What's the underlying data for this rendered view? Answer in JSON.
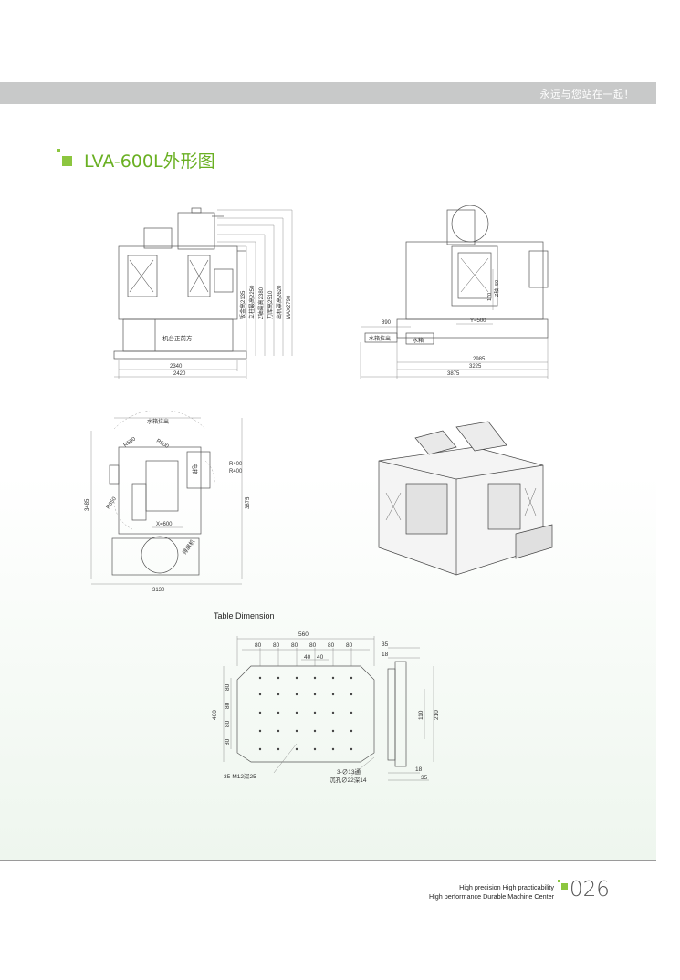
{
  "header": {
    "slogan": "永远与您站在一起！"
  },
  "page": {
    "title": "LVA-600L外形图",
    "page_number": "026"
  },
  "front_view": {
    "labels": [
      "钣金高2135",
      "立柱最高2250",
      "Z轴最高2380",
      "刀库高2510",
      "出机罩高2620",
      "MAX2790"
    ],
    "front_label": "机台正前方",
    "width_inner": "2340",
    "width_outer": "2420"
  },
  "side_view": {
    "dim_890": "890",
    "y_label": "Y=500",
    "z_label": "Z轴+50",
    "z_label2": "170",
    "tank_pull": "水箱拉出",
    "tank": "水箱",
    "d1": "2985",
    "d2": "3225",
    "d3": "3875"
  },
  "top_view": {
    "tank_pull": "水箱拉出",
    "r500a": "R500",
    "r500b": "R500",
    "r400a": "R400",
    "r400b": "R400",
    "r650": "R650",
    "x_label": "X=600",
    "elec": "电箱",
    "chip": "排屑机",
    "left_dim": "3485",
    "right_dim": "3875",
    "bottom_dim": "3130"
  },
  "table_dimension": {
    "title": "Table Dimension",
    "total_width": "560",
    "spacings": [
      "80",
      "80",
      "80",
      "80",
      "80",
      "80"
    ],
    "small_40a": "40",
    "small_40b": "40",
    "height": "400",
    "v_spacings": [
      "80",
      "80",
      "80",
      "80"
    ],
    "holes_label": "35-M12深25",
    "side_35_top": "35",
    "side_18_top": "18",
    "side_110": "110",
    "side_210": "210",
    "side_18_bot": "18",
    "side_35_bot": "35",
    "slot_label1": "3-∅13通",
    "slot_label2": "沉孔∅22深14"
  },
  "footer": {
    "line1": "High precision High practicability",
    "line2": "High performance Durable Machine Center"
  },
  "colors": {
    "accent": "#8cc63f",
    "title_green": "#6ab023",
    "bar_gray": "#c8c9c9"
  }
}
